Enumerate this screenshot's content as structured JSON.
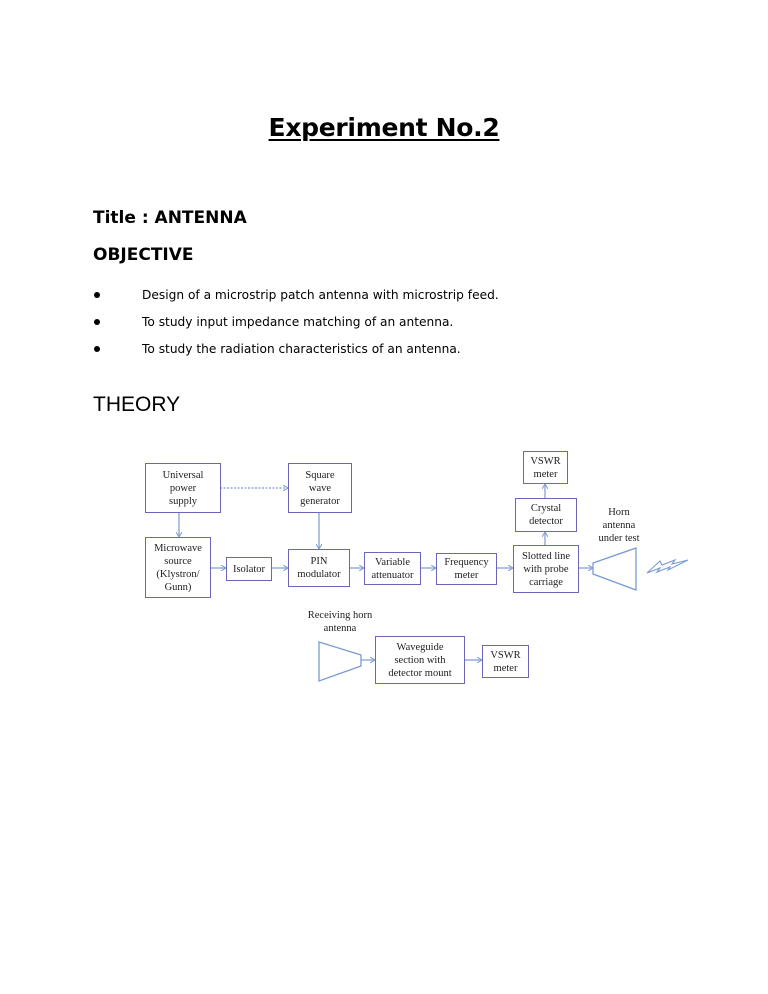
{
  "document": {
    "heading": "Experiment No.2",
    "title_line": "Title : ANTENNA",
    "objective": {
      "heading": "OBJECTIVE",
      "items": [
        "Design of a microstrip patch antenna with microstrip feed.",
        "To study input impedance matching of an antenna.",
        "To study the radiation characteristics of an antenna."
      ]
    },
    "theory": {
      "heading": "THEORY"
    }
  },
  "diagram": {
    "line_color": "#7b9bd4",
    "box_border_color": "#6b66b8",
    "blocks": {
      "universal_power_supply": "Universal\npower\nsupply",
      "square_wave_generator": "Square\nwave\ngenerator",
      "microwave_source": "Microwave\nsource\n(Klystron/\nGunn)",
      "isolator": "Isolator",
      "pin_modulator": "PIN\nmodulator",
      "variable_attenuator": "Variable\nattenuator",
      "frequency_meter": "Frequency\nmeter",
      "slotted_line": "Slotted line\nwith probe\ncarriage",
      "crystal_detector": "Crystal\ndetector",
      "vswr_meter_top": "VSWR\nmeter",
      "waveguide_section": "Waveguide\nsection with\ndetector mount",
      "vswr_meter_bottom": "VSWR\nmeter"
    },
    "labels": {
      "horn_under_test": "Horn\nantenna\nunder test",
      "receiving_horn": "Receiving horn\nantenna"
    }
  }
}
